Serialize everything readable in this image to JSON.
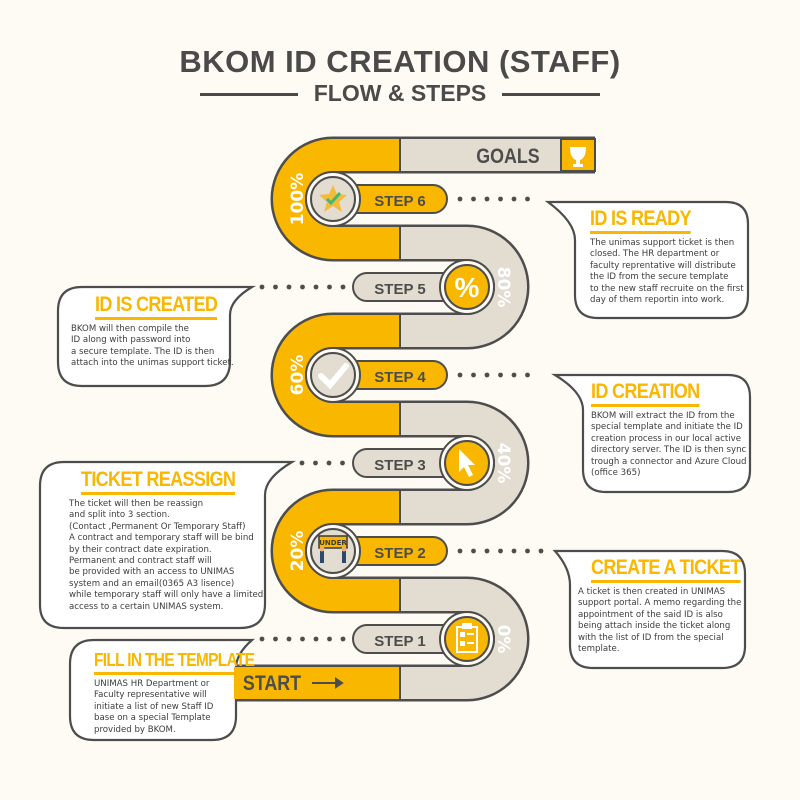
{
  "header": {
    "title": "BKOM ID CREATION (STAFF)",
    "subtitle": "FLOW & STEPS"
  },
  "path": {
    "goals_label": "GOALS",
    "start_label": "START",
    "start_arrow": "⟶",
    "steps": [
      {
        "label": "STEP 1",
        "icon": "clipboard-icon",
        "percent": "0%"
      },
      {
        "label": "STEP 2",
        "icon": "under-construction-icon",
        "percent": "20%"
      },
      {
        "label": "STEP 3",
        "icon": "cursor-icon",
        "percent": "40%"
      },
      {
        "label": "STEP 4",
        "icon": "checkmark-icon",
        "percent": "60%"
      },
      {
        "label": "STEP 5",
        "icon": "percent-icon",
        "percent": "80%"
      },
      {
        "label": "STEP 6",
        "icon": "star-check-icon",
        "percent": "100%"
      }
    ],
    "construction_sign": "UNDER",
    "percent_glyph": "%"
  },
  "callouts": {
    "fill_template": {
      "title": "FILL IN THE TEMPLATE",
      "lines": [
        "UNIMAS HR Department or",
        "Faculty representative will",
        "initiate a list of new Staff ID",
        "base on a special Template",
        "provided by BKOM."
      ]
    },
    "create_ticket": {
      "title": "CREATE A TICKET",
      "lines": [
        "A ticket is then created in UNIMAS",
        "support portal. A memo regarding the",
        "appointment of the said ID is also",
        "being attach inside the ticket along",
        "with the list of ID from the special",
        "template."
      ]
    },
    "ticket_reassign": {
      "title": "TICKET REASSIGN",
      "lines": [
        "The ticket will then be reassign",
        "and split into 3 section.",
        "(Contact ,Permanent Or Temporary Staff)",
        "A contract  and temporary staff will be bind",
        "by their contract date expiration.",
        "Permanent and contract staff will",
        "be provided with an access to UNIMAS",
        "system and an email(0365 A3 lisence)",
        "while temporary staff will only have a limited",
        "access to a certain UNIMAS system."
      ]
    },
    "id_creation": {
      "title": "ID CREATION",
      "lines": [
        "BKOM will extract the ID from the",
        "special template and initiate the ID",
        "creation process in our local active",
        "directory server. The ID is then sync",
        "trough a connector and Azure Cloud",
        "(office 365)"
      ]
    },
    "id_created": {
      "title": "ID IS CREATED",
      "lines": [
        "BKOM will then compile the",
        "ID along with password into",
        "a secure template. The ID is then",
        "attach into the unimas support ticket."
      ]
    },
    "id_ready": {
      "title": "ID IS READY",
      "lines": [
        "The unimas support ticket is then",
        "closed. The HR department or",
        "faculty reprentative will distribute",
        "the ID from the secure template",
        "to the new staff recruite on the first",
        "day of them reportin into work."
      ]
    }
  },
  "colors": {
    "yellow": "#f9b700",
    "gray": "#e2ddd0",
    "outline": "#4d4d4d",
    "background": "#fdfbf3"
  }
}
